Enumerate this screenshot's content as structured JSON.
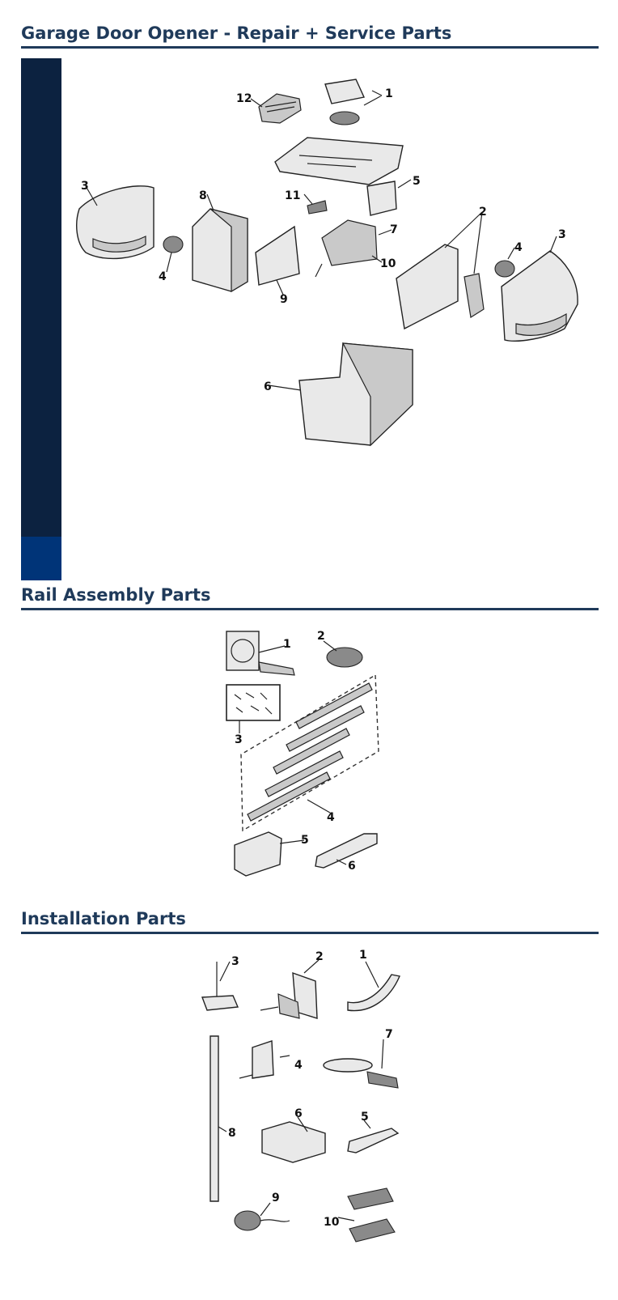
{
  "sections": {
    "opener": {
      "title": "Garage Door Opener - Repair + Service Parts"
    },
    "rail": {
      "title": "Rail Assembly Parts"
    },
    "install": {
      "title": "Installation Parts"
    }
  },
  "opener_labels": {
    "l1": "1",
    "l12": "12",
    "l3a": "3",
    "l8": "8",
    "l11": "11",
    "l5": "5",
    "l2": "2",
    "l7": "7",
    "l10": "10",
    "l4b": "4",
    "l3b": "3",
    "l4a": "4",
    "l9": "9",
    "l6": "6"
  },
  "rail_labels": {
    "l1": "1",
    "l2": "2",
    "l3": "3",
    "l4": "4",
    "l5": "5",
    "l6": "6"
  },
  "install_labels": {
    "l3": "3",
    "l2": "2",
    "l1": "1",
    "l7": "7",
    "l4": "4",
    "l8": "8",
    "l6": "6",
    "l5": "5",
    "l9": "9",
    "l10": "10"
  },
  "colors": {
    "heading": "#1f3a5a",
    "sidebar": "#0c2240",
    "sidebar_active": "#003478"
  }
}
